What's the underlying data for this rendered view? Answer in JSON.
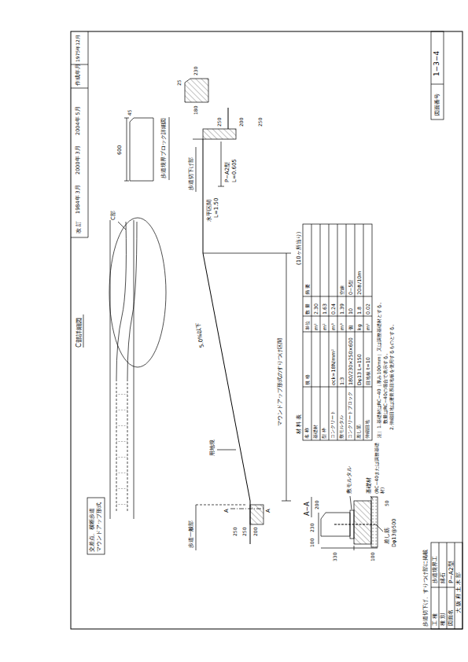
{
  "diagram": {
    "labels": [
      "作成年月",
      "1975年12月",
      "改 訂",
      "1984年 3月",
      "2000年 3月",
      "2004年 5月",
      "図面番号",
      "1−3−4",
      "歩道切下げ、すりつけ部に掲載",
      "工 種",
      "歩道境界工",
      "種 別",
      "縁石",
      "図面名",
      "P−A2型",
      "大 阪 府 土 木 部",
      "交差点、横断歩道",
      "マウンドアップ形式",
      "C部詳細図",
      "C部",
      "歩道一般部",
      "5.0%以下",
      "用地境",
      "マウンドアップ形式のすりつけ区間",
      "水平区間",
      "L=1.50",
      "歩道切下げ部",
      "P−A2型",
      "L=0.605",
      "250",
      "200",
      "250",
      "250",
      "250",
      "200",
      "A",
      "A",
      "歩道境界ブロック詳細図",
      "600",
      "45",
      "180",
      "25",
      "230",
      "A−A",
      "100",
      "230",
      "200",
      "敷モルタル",
      "330",
      "100",
      "基礎材",
      "(RC−40または調整基礎材)",
      "差し筋",
      "Dφ13@500",
      "50",
      "材 料 表",
      "(10ヶ所当り)",
      "名 称",
      "規 格",
      "単位",
      "数 量",
      "摘 要",
      "基礎材",
      "m²",
      "2.30",
      "型 枠",
      "m²",
      "1.63",
      "コンクリート",
      "σck=18N/mm²",
      "m³",
      "0.24",
      "敷モルタル",
      "1:3",
      "m³",
      "1.39",
      "空練",
      "コンクリートブロック",
      "180/230×250×600",
      "個",
      "10",
      "0−5型",
      "差し筋",
      "Dφ13 L=150",
      "kg",
      "1.8",
      "20本/10m",
      "伸縮目地",
      "目地板 t=10",
      "m²",
      "0.02",
      "注）1.基礎材はRC−40（厚み100mm）又は調整基礎材とする。",
      "数量はRC−40の場合で表示する。",
      "2.伸縮目地は瀝青系目地板を使用するものとする。"
    ]
  }
}
